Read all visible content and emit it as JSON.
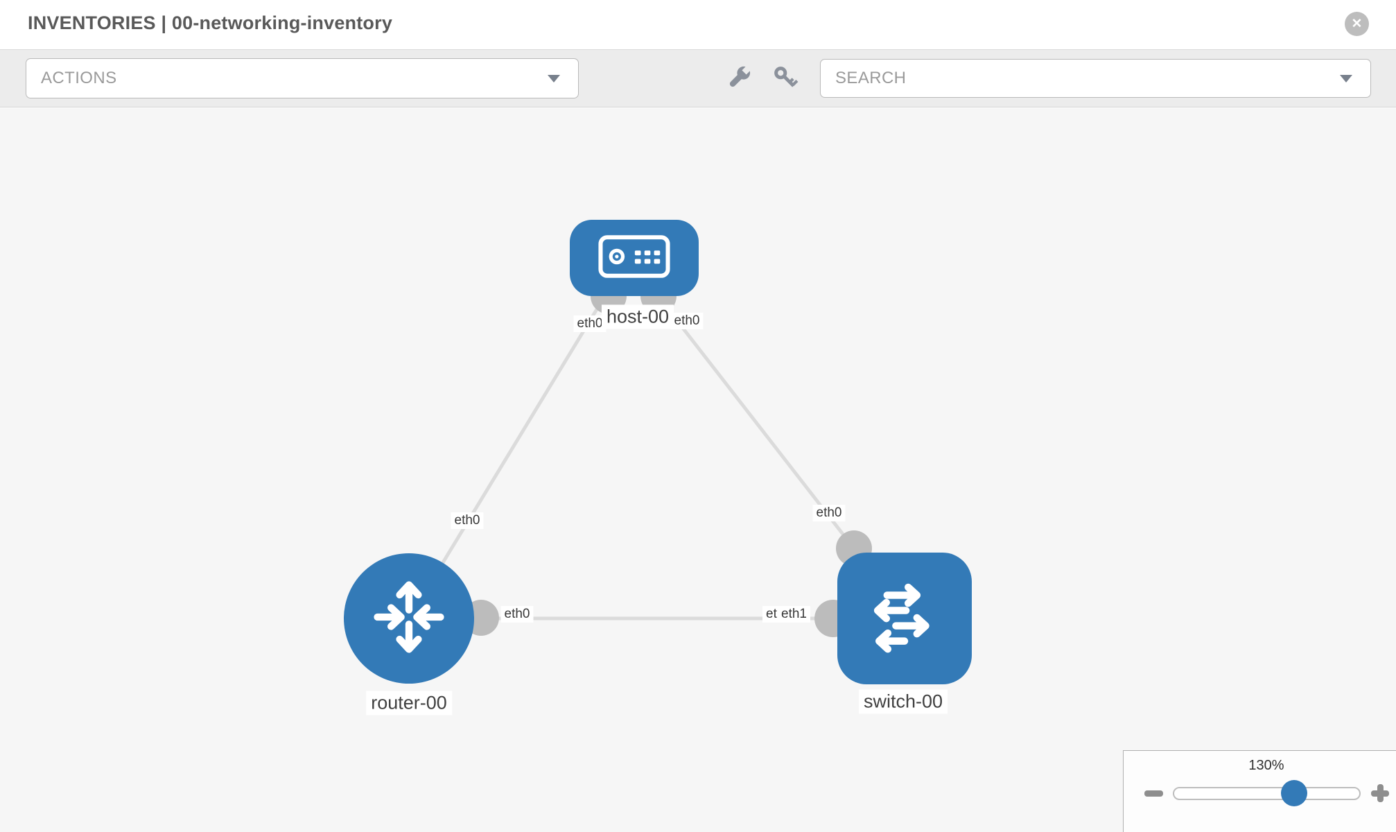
{
  "header": {
    "title": "INVENTORIES | 00-networking-inventory",
    "close_icon": "x-circle-icon",
    "close_glyph": "✕"
  },
  "toolbar": {
    "actions_label": "ACTIONS",
    "search_label": "SEARCH",
    "wrench_icon": "wrench-icon",
    "key_icon": "key-icon",
    "caret_icon": "chevron-down-icon"
  },
  "topology": {
    "nodes": [
      {
        "id": "host-00",
        "type": "host",
        "label": "host-00",
        "icon": "host-icon"
      },
      {
        "id": "router-00",
        "type": "router",
        "label": "router-00",
        "icon": "router-icon"
      },
      {
        "id": "switch-00",
        "type": "switch",
        "label": "switch-00",
        "icon": "switch-icon"
      }
    ],
    "links": [
      {
        "from": "router-00",
        "from_interface": "eth0",
        "to": "host-00",
        "to_interface": "eth0"
      },
      {
        "from": "host-00",
        "from_interface": "eth0",
        "to": "switch-00",
        "to_interface": "eth0"
      },
      {
        "from": "router-00",
        "from_interface": "eth0",
        "to": "switch-00",
        "to_interface": "eth1"
      }
    ],
    "port_labels": {
      "host_left": "eth0",
      "host_right": "eth0",
      "router_host_mid": "eth0",
      "switch_host_mid": "eth0",
      "router_switch_router_end": "eth0",
      "router_switch_switch_end_under": "eth0",
      "router_switch_switch_end_over": "eth1"
    }
  },
  "zoom_control": {
    "level": "130%",
    "minus_icon": "minus-icon",
    "plus_icon": "plus-icon",
    "slider_percent": 64
  },
  "colors": {
    "node_blue": "#337ab7",
    "link_gray": "#dbdbdb",
    "port_dot_gray": "#bcbcbc",
    "canvas_bg": "#f6f6f6",
    "toolbar_bg": "#ececec"
  }
}
